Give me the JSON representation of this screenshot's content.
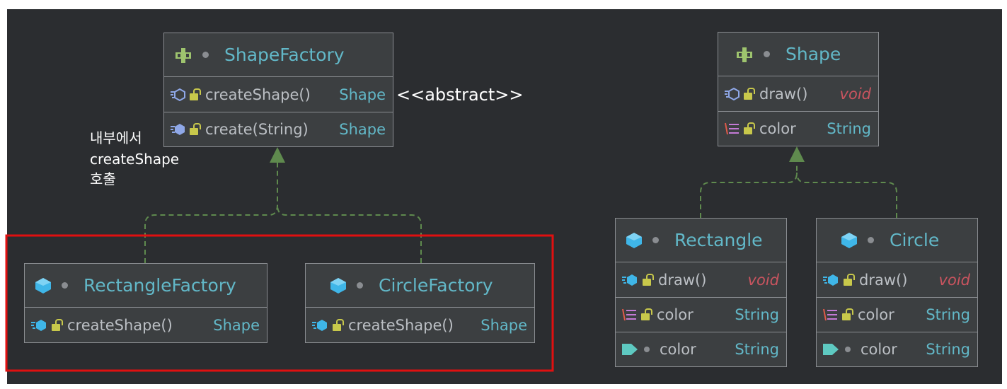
{
  "diagram": {
    "shape_factory": {
      "title": "ShapeFactory",
      "methods": [
        {
          "name": "createShape()",
          "type": "Shape"
        },
        {
          "name": "create(String)",
          "type": "Shape"
        }
      ]
    },
    "shape": {
      "title": "Shape",
      "rows": [
        {
          "name": "draw()",
          "type": "void"
        },
        {
          "name": "color",
          "type": "String"
        }
      ]
    },
    "rectangle_factory": {
      "title": "RectangleFactory",
      "methods": [
        {
          "name": "createShape()",
          "type": "Shape"
        }
      ]
    },
    "circle_factory": {
      "title": "CircleFactory",
      "methods": [
        {
          "name": "createShape()",
          "type": "Shape"
        }
      ]
    },
    "rectangle": {
      "title": "Rectangle",
      "rows": [
        {
          "name": "draw()",
          "type": "void"
        },
        {
          "name": "color",
          "type": "String"
        },
        {
          "name": "color",
          "type": "String"
        }
      ]
    },
    "circle": {
      "title": "Circle",
      "rows": [
        {
          "name": "draw()",
          "type": "void"
        },
        {
          "name": "color",
          "type": "String"
        },
        {
          "name": "color",
          "type": "String"
        }
      ]
    }
  },
  "annotations": {
    "abstract_label": "<<abstract>>",
    "note_line1": "내부에서",
    "note_line2": "createShape",
    "note_line3": "호출"
  },
  "colors": {
    "background": "#2b2d30",
    "box_fill": "#3c3f41",
    "border": "#8a8d91",
    "class_name": "#62b8c8",
    "void_type": "#c9545f",
    "arrow": "#5f8a4e",
    "highlight": "#e01010"
  }
}
